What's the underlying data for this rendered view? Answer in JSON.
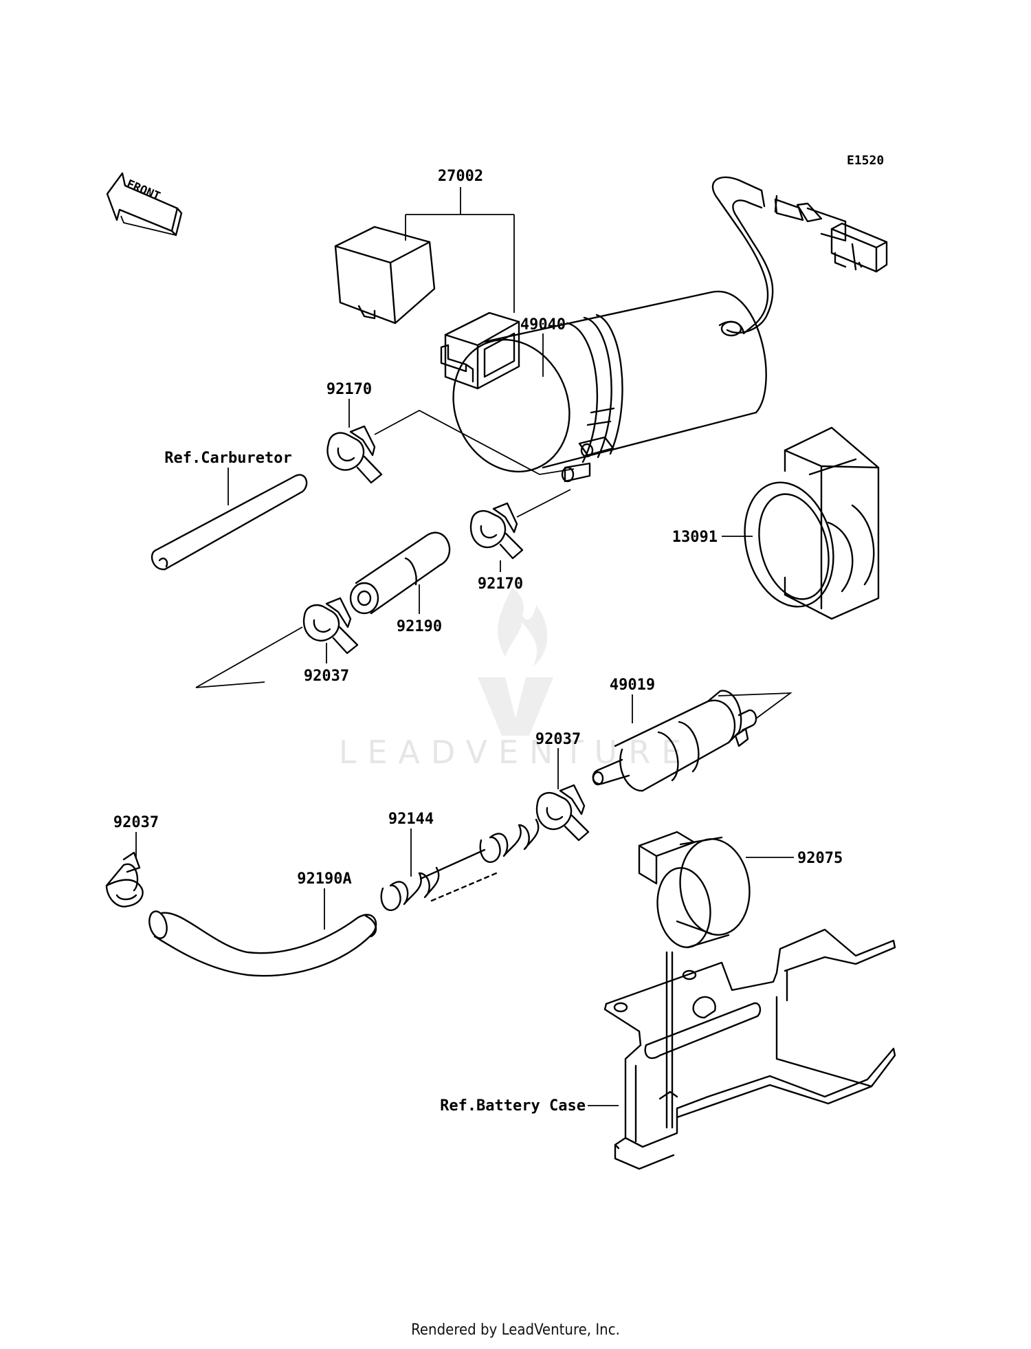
{
  "diagram_code": "E1520",
  "front_arrow": {
    "label": "FRONT",
    "icon": "front-arrow-icon"
  },
  "callouts": {
    "p27002": "27002",
    "p49040": "49040",
    "p92170_top": "92170",
    "p92170_mid": "92170",
    "ref_carburetor": "Ref.Carburetor",
    "p13091": "13091",
    "p92190": "92190",
    "p92037_left": "92037",
    "p49019": "49019",
    "p92037_mid": "92037",
    "p92037_bottom": "92037",
    "p92144": "92144",
    "p92190a": "92190A",
    "p92075": "92075",
    "ref_battery_case": "Ref.Battery Case"
  },
  "watermark": {
    "text": "LEADVENTURE",
    "color": "#e6e6e6"
  },
  "footer": "Rendered by LeadVenture, Inc."
}
